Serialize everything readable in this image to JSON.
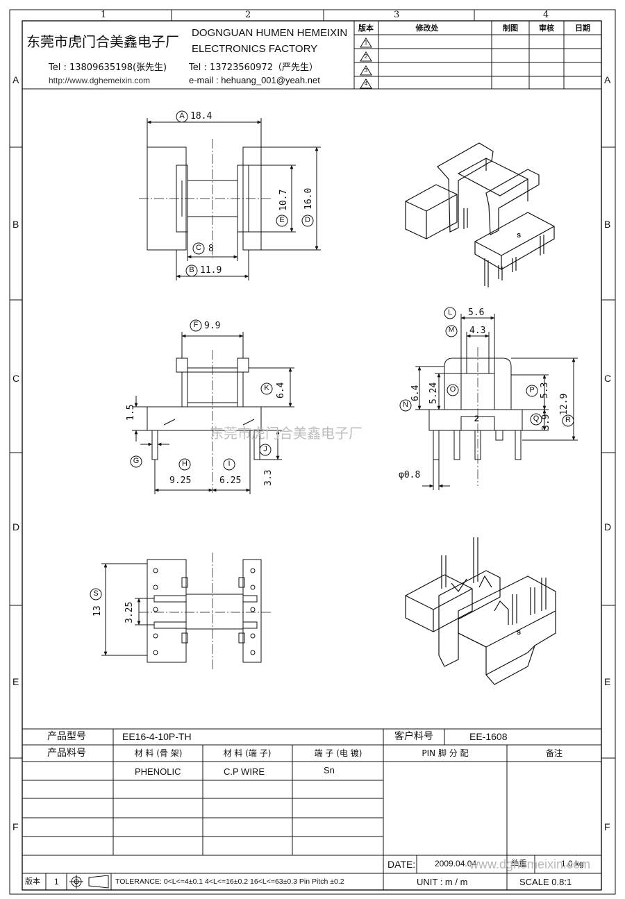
{
  "grid": {
    "columns": [
      "1",
      "2",
      "3",
      "4"
    ],
    "rows": [
      "A",
      "B",
      "C",
      "D",
      "E",
      "F"
    ]
  },
  "header": {
    "company_cn": "东莞市虎门合美鑫电子厂",
    "company_en_1": "DOGNGUAN HUMEN HEMEIXIN",
    "company_en_2": "ELECTRONICS FACTORY",
    "tel1": "Tel : 13809635198(张先生)",
    "tel2": "Tel : 13723560972（严先生）",
    "url": "http://www.dghemeixin.com",
    "email": "e-mail : hehuang_001@yeah.net"
  },
  "revision_table": {
    "headers": [
      "版本",
      "修改处",
      "制图",
      "审核",
      "日期"
    ],
    "rev_marks": [
      "1",
      "2",
      "3",
      "4"
    ]
  },
  "dimensions": {
    "A": "18.4",
    "B": "11.9",
    "C": "8",
    "D": "16.0",
    "E": "10.7",
    "F": "9.9",
    "G": "",
    "H": "9.25",
    "I": "6.25",
    "J": "3.3",
    "K": "6.4",
    "side_small": "1.5",
    "L": "5.6",
    "M": "4.3",
    "N": "6.4",
    "O": "5.24",
    "P": "5.3",
    "Q": "3.9",
    "R": "12.9",
    "pin_dia": "φ0.8",
    "S": "13",
    "S_inner": "3.25"
  },
  "callouts": [
    "A",
    "B",
    "C",
    "D",
    "E",
    "F",
    "G",
    "H",
    "I",
    "J",
    "K",
    "L",
    "M",
    "N",
    "O",
    "P",
    "Q",
    "R",
    "S"
  ],
  "pin_mark": "2",
  "pin_mark_3d": "s",
  "watermark": "东莞市虎门合美鑫电子厂",
  "bottom_table": {
    "product_model_label": "产品型号",
    "product_model_value": "EE16-4-10P-TH",
    "customer_pn_label": "客户料号",
    "customer_pn_value": "EE-1608",
    "product_pn_label": "产品料号",
    "material_bobbin_label": "材 料 (骨 架)",
    "material_pin_label": "材 料 (端 子)",
    "plating_label": "端 子 (电 镀)",
    "pin_assign_label": "PIN 脚 分 配",
    "remark_label": "备注",
    "material_bobbin_value": "PHENOLIC",
    "material_pin_value": "C.P WIRE",
    "plating_value": "Sn",
    "date_label": "DATE:",
    "date_value": "2009.04.04",
    "weight_label": "单重",
    "weight_value": "1.0 kg",
    "overlay_url": "www.dghemeixin.com",
    "version_label": "版本",
    "version_value": "1",
    "tolerance": "TOLERANCE:  0<L<=4±0.1  4<L<=16±0.2  16<L<=63±0.3  Pin Pitch  ±0.2",
    "unit": "UNIT  :  m / m",
    "scale": "SCALE  0.8:1"
  }
}
